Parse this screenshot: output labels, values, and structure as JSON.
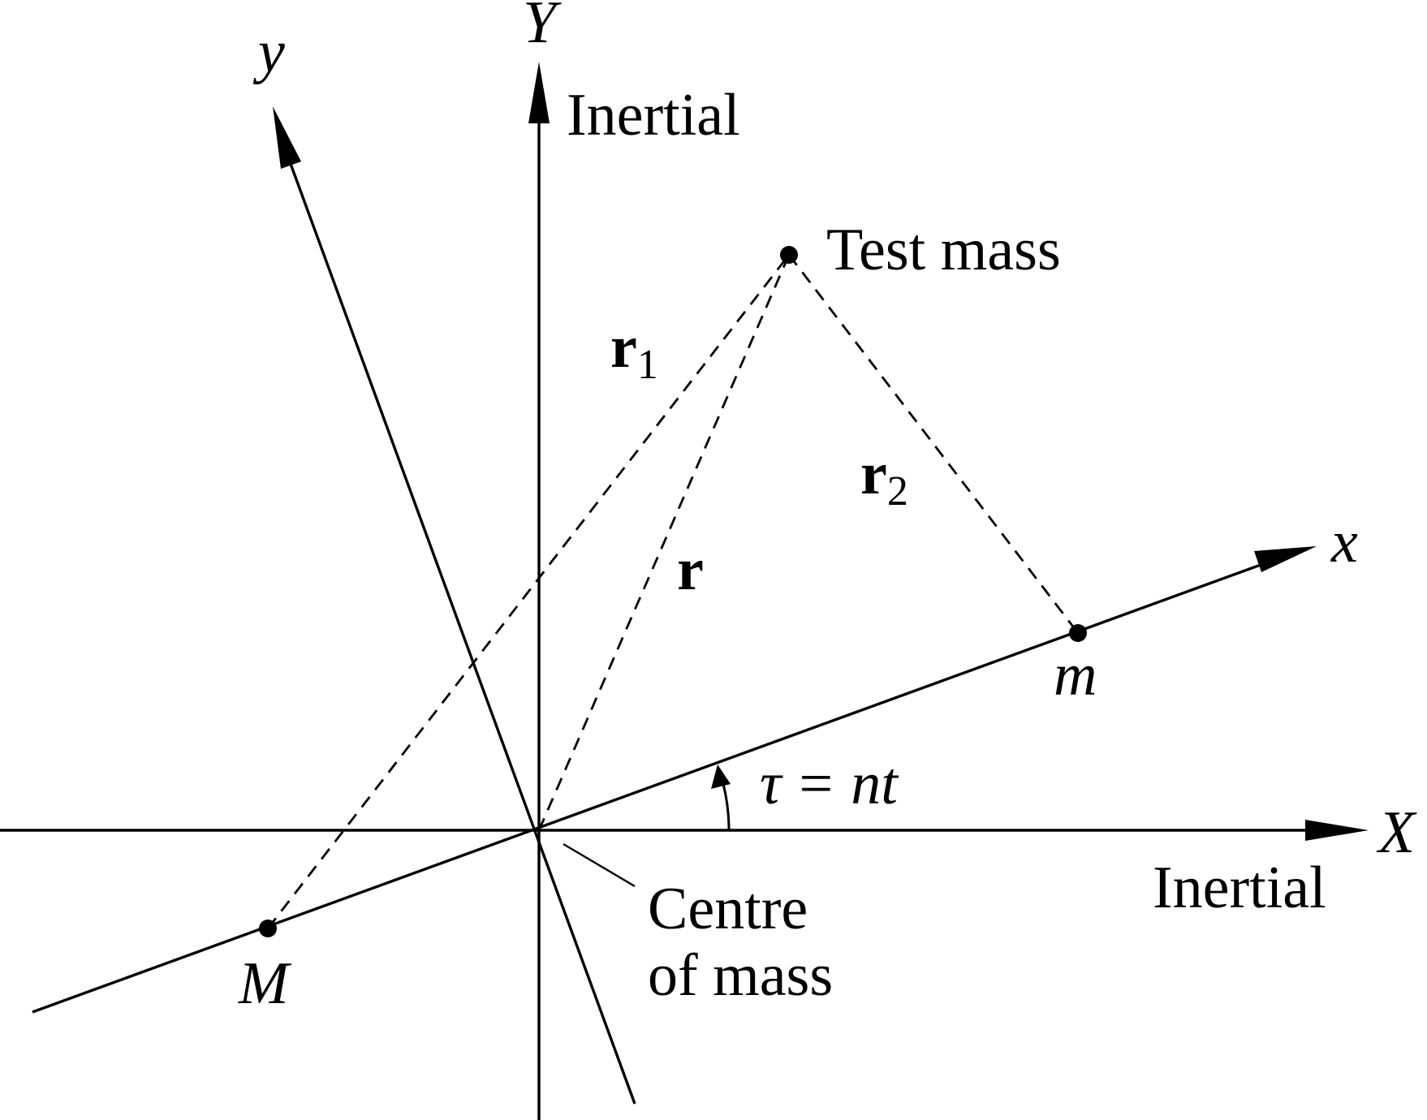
{
  "axes": {
    "inertial_x_label": "X",
    "inertial_y_label": "Y",
    "rotating_x_label": "x",
    "rotating_y_label": "y",
    "inertial_label_top": "Inertial",
    "inertial_label_right": "Inertial"
  },
  "points": {
    "test_mass_label": "Test mass",
    "primary_mass_label": "M",
    "secondary_mass_label": "m"
  },
  "vectors": {
    "r1_main": "r",
    "r1_sub": "1",
    "r2_main": "r",
    "r2_sub": "2",
    "r_label": "r"
  },
  "angle": {
    "tau": "τ",
    "equals": "=",
    "expression": "nt"
  },
  "origin": {
    "line1": "Centre",
    "line2": "of mass"
  }
}
